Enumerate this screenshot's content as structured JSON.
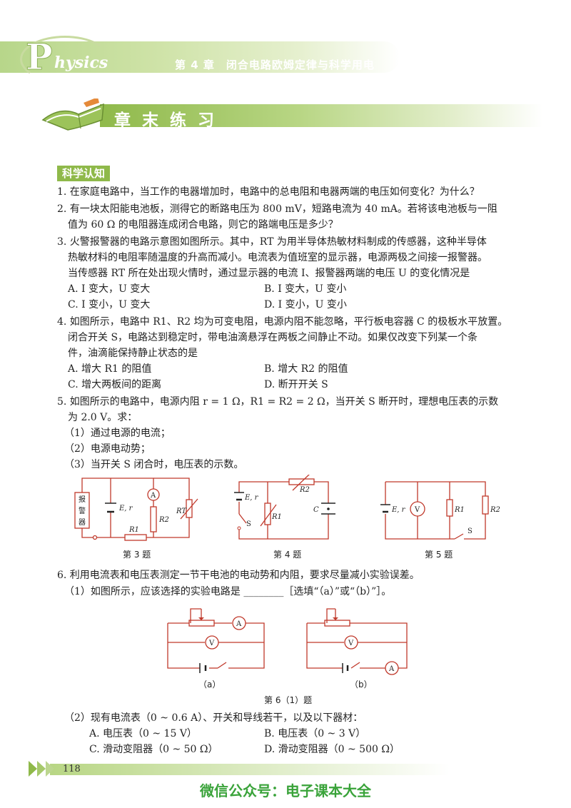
{
  "header": {
    "brand_p": "P",
    "brand_rest": "hysics",
    "chapter": "第 4 章　闭合电路欧姆定律与科学用电"
  },
  "section_title": "章 末 练 习",
  "subheading": "科学认知",
  "q1": "1. 在家庭电路中，当工作的电器增加时，电路中的总电阻和电器两端的电压如何变化？为什么？",
  "q2": [
    "2. 有一块太阳能电池板，测得它的断路电压为 800 mV，短路电流为 40 mA。若将该电池板与一阻",
    "值为 60 Ω 的电阻器连成闭合电路，则它的路端电压是多少？"
  ],
  "q3": [
    "3. 火警报警器的电路示意图如图所示。其中，RT 为用半导体热敏材料制成的传感器，这种半导体",
    "热敏材料的电阻率随温度的升高而减小。电流表为值班室的显示器，电源两极之间接一报警器。",
    "当传感器 RT 所在处出现火情时，通过显示器的电流 I、报警器两端的电压 U 的变化情况是"
  ],
  "q3_options": [
    "A. I 变大，U 变大",
    "B. I 变大，U 变小",
    "C. I 变小，U 变大",
    "D. I 变小，U 变小"
  ],
  "q4": [
    "4. 如图所示，电路中 R1、R2 均为可变电阻，电源内阻不能忽略，平行板电容器 C 的极板水平放置。",
    "闭合开关 S，电路达到稳定时，带电油滴悬浮在两板之间静止不动。如果仅改变下列某一个条",
    "件，油滴能保持静止状态的是"
  ],
  "q4_options": [
    "A. 增大 R1 的阻值",
    "B. 增大 R2 的阻值",
    "C. 增大两板间的距离",
    "D. 断开开关 S"
  ],
  "q5": [
    "5. 如图所示的电路中，电源内阻 r = 1 Ω，R1 = R2 = 2 Ω，当开关 S 断开时，理想电压表的示数",
    "为 2.0 V。求："
  ],
  "q5_parts": [
    "（1）通过电源的电流；",
    "（2）电源电动势；",
    "（3）当开关 S 闭合时，电压表的示数。"
  ],
  "fig_labels": {
    "alarm": [
      "报",
      "警",
      "器"
    ],
    "er": "E, r",
    "r1": "R1",
    "r2": "R2",
    "rt": "RT",
    "c": "C",
    "s": "S",
    "a": "A",
    "v": "V"
  },
  "fig_captions": [
    "第 3 题",
    "第 4 题",
    "第 5 题"
  ],
  "q6": "6. 利用电流表和电压表测定一节干电池的电动势和内阻，要求尽量减小实验误差。",
  "q6_p1": "（1）如图所示，应该选择的实验电路是 ________［选填“（a）”或“（b）”］。",
  "q6_fig_labels": [
    "（a）",
    "（b）"
  ],
  "q6_fig_caption": "第 6（1）题",
  "q6_p2": "（2）现有电流表（0 ~ 0.6 A）、开关和导线若干，以及以下器材：",
  "q6_options": [
    "A. 电压表（0 ~ 15 V）",
    "B. 电压表（0 ~ 3 V）",
    "C. 滑动变阻器（0 ~ 50 Ω）",
    "D. 滑动变阻器（0 ~ 500 Ω）"
  ],
  "page_number": "118",
  "watermark": "微信公众号：电子课本大全"
}
